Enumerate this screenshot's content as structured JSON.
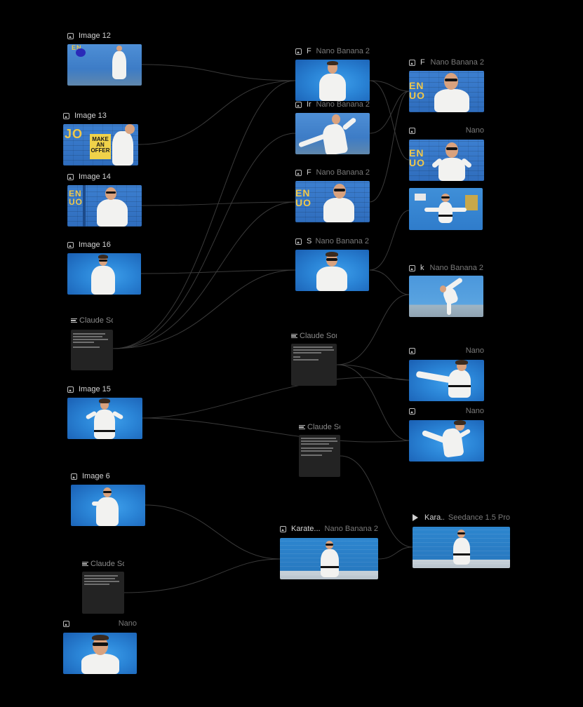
{
  "canvas": {
    "background": "#000000",
    "edge_color": "#3a3a3a"
  },
  "nodes": {
    "image12": {
      "title": "Image 12",
      "icon": "image-icon"
    },
    "image13": {
      "title": "Image 13",
      "icon": "image-icon"
    },
    "image14": {
      "title": "Image 14",
      "icon": "image-icon"
    },
    "image16": {
      "title": "Image 16",
      "icon": "image-icon"
    },
    "note1": {
      "title": "Claude So",
      "icon": "text-icon"
    },
    "image15": {
      "title": "Image 15",
      "icon": "image-icon"
    },
    "image6": {
      "title": "Image 6",
      "icon": "image-icon"
    },
    "note4": {
      "title": "Claude So",
      "icon": "text-icon"
    },
    "nano_bl": {
      "title": "",
      "model": "Nano",
      "icon": "image-icon"
    },
    "gen_a": {
      "title": "F",
      "model": "Nano Banana 2",
      "icon": "image-icon"
    },
    "gen_b": {
      "title": "Ir",
      "model": "Nano Banana 2",
      "icon": "image-icon"
    },
    "gen_c": {
      "title": "F",
      "model": "Nano Banana 2",
      "icon": "image-icon"
    },
    "gen_d": {
      "title": "S",
      "model": "Nano Banana 2",
      "icon": "image-icon"
    },
    "note2": {
      "title": "Claude Son",
      "icon": "text-icon"
    },
    "note3": {
      "title": "Claude So",
      "icon": "text-icon"
    },
    "karate_gen": {
      "title": "Karate...",
      "model": "Nano Banana 2",
      "icon": "image-icon"
    },
    "out_a": {
      "title": "F",
      "model": "Nano Banana 2",
      "icon": "image-icon"
    },
    "out_b": {
      "title": "",
      "model": "Nano",
      "icon": "image-icon"
    },
    "out_d": {
      "title": "k",
      "model": "Nano Banana 2",
      "icon": "image-icon"
    },
    "out_e": {
      "title": "",
      "model": "Nano",
      "icon": "image-icon"
    },
    "out_f": {
      "title": "",
      "model": "Nano",
      "icon": "image-icon"
    },
    "video": {
      "title": "Kara...",
      "model": "Seedance 1.5 Pro",
      "icon": "play-icon"
    }
  },
  "photo_text": {
    "sign": [
      "MAKE",
      "AN",
      "OFFER"
    ],
    "wall_jo": "JO",
    "wall_en": "EN",
    "wall_uo": "UO"
  }
}
